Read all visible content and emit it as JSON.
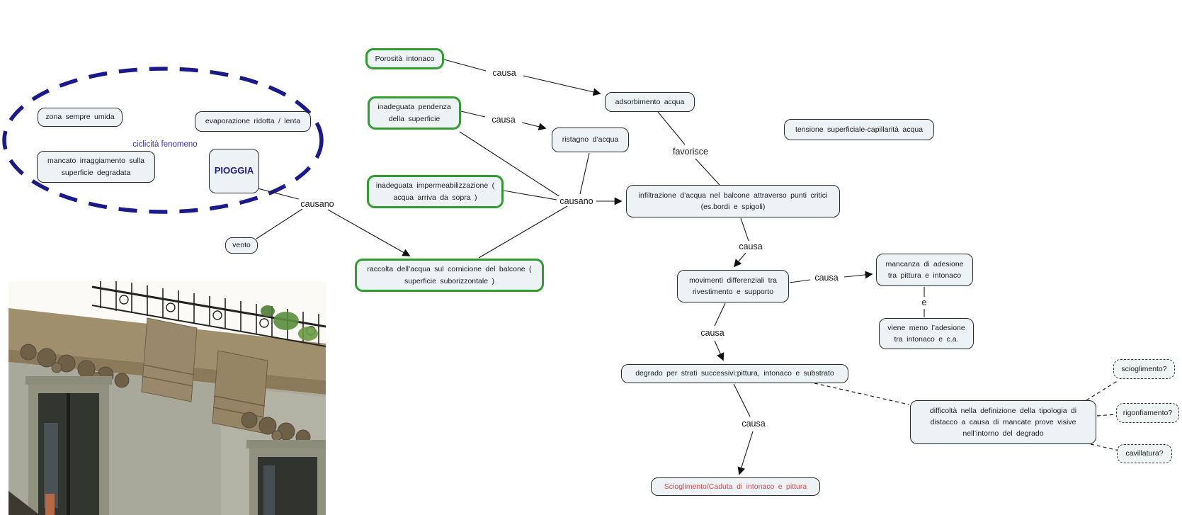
{
  "title": "concept map - degrado balcone",
  "colors": {
    "node_fill": "#EDF3F4",
    "node_border": "#2B2B2B",
    "green_border": "#2F9E2F",
    "ellipse_navy": "#1A1A8C",
    "pioggia_text": "#1B1C8A",
    "blue_label": "#3333CC",
    "red_text": "#E04545",
    "line": "#1A1A1A"
  },
  "nodes": {
    "zona": "zona sempre umida",
    "evaporazione": "evaporazione ridotta / lenta",
    "mancato": "mancato irraggiamento sulla superficie degradata",
    "pioggia": "PIOGGIA",
    "vento": "vento",
    "porosita": "Porosità intonaco",
    "pendenza": "inadeguata pendenza della superficie",
    "impermeabilizzazione": "inadeguata impermeabilizzazione ( acqua arriva da sopra )",
    "raccolta": "raccolta dell’acqua sul cornicione del balcone ( superficie suborizzontale )",
    "ristagno": "ristagno d’acqua",
    "adsorbimento": "adsorbimento acqua",
    "tensione": "tensione superficiale-capillarità acqua",
    "infiltrazione": "infiltrazione d’acqua nel balcone attraverso punti critici (es.bordi e spigoli)",
    "movimenti": "movimenti differenziali tra rivestimento e supporto",
    "mancanza_adesione": "mancanza di adesione tra pittura e intonaco",
    "viene_meno": "viene meno l’adesione tra intonaco e c.a.",
    "degrado_strati": "degrado per strati successivi:pittura, intonaco e substrato",
    "difficolta": "difficoltà nella definizione della tipologia di distacco a causa di mancate prove visive nell’intorno del degrado",
    "scioglimento_q": "scioglimento?",
    "rigonfiamento_q": "rigonfiamento?",
    "cavillatura_q": "cavillatura?",
    "scioglimento_caduta": "Scioglimento/Caduta di intonaco e pittura"
  },
  "linking_labels": {
    "ciclicita": "ciclicità fenomeno",
    "causa": "causa",
    "causano": "causano",
    "favorisce": "favorisce",
    "e": "e"
  }
}
